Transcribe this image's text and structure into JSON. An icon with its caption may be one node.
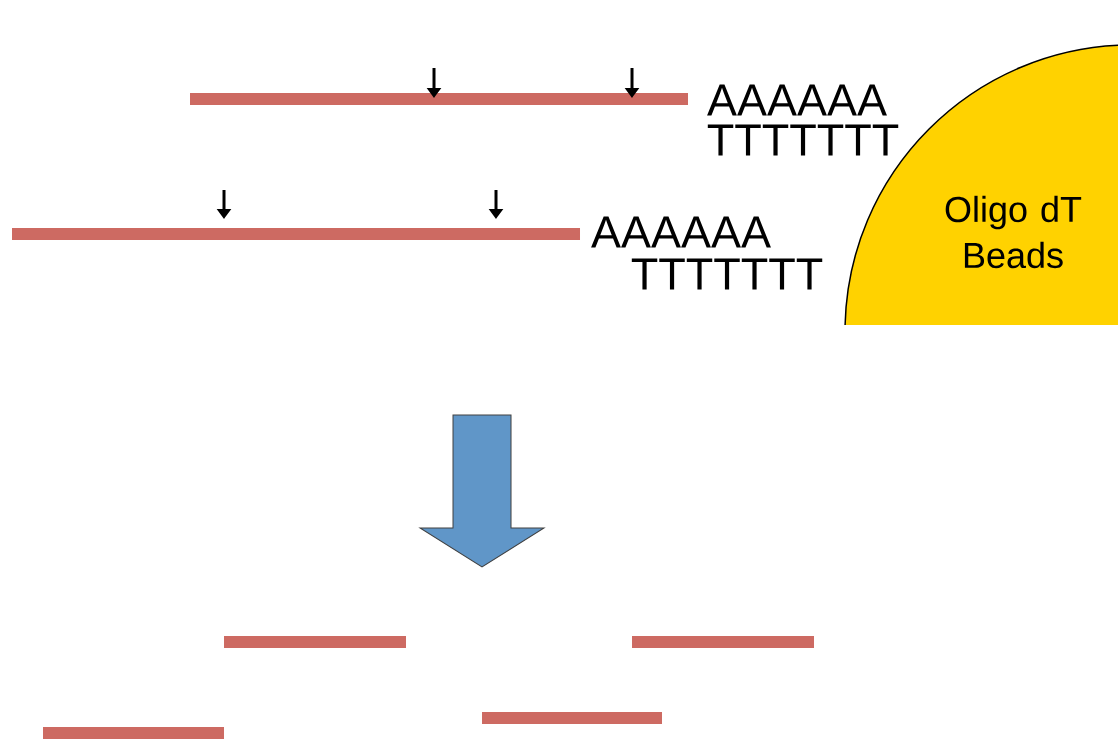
{
  "diagram": {
    "nodes": [
      {
        "text": [
          "Oligo dT Beads"
        ]
      }
    ],
    "labels": [
      "AAAAAA",
      "TTTTTTT",
      "AAAAAA",
      "TTTTTTT"
    ]
  }
}
